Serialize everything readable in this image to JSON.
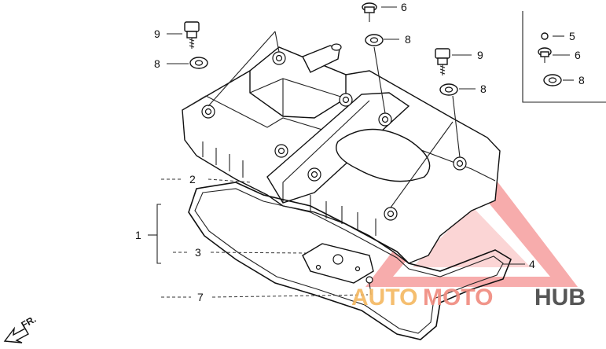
{
  "callouts": {
    "c1": "1",
    "c2": "2",
    "c3": "3",
    "c4": "4",
    "c5": "5",
    "c6a": "6",
    "c6b": "6",
    "c7": "7",
    "c8a": "8",
    "c8b": "8",
    "c8c": "8",
    "c8d": "8",
    "c9a": "9",
    "c9b": "9"
  },
  "direction_label": "FR.",
  "watermark": {
    "word1": "AUTO",
    "word2": "MOTO",
    "word3": "HUB",
    "color_auto": "#f4b860",
    "color_moto": "#f08a7e",
    "color_hub": "#444444",
    "triangle_color": "#f26a6a"
  }
}
